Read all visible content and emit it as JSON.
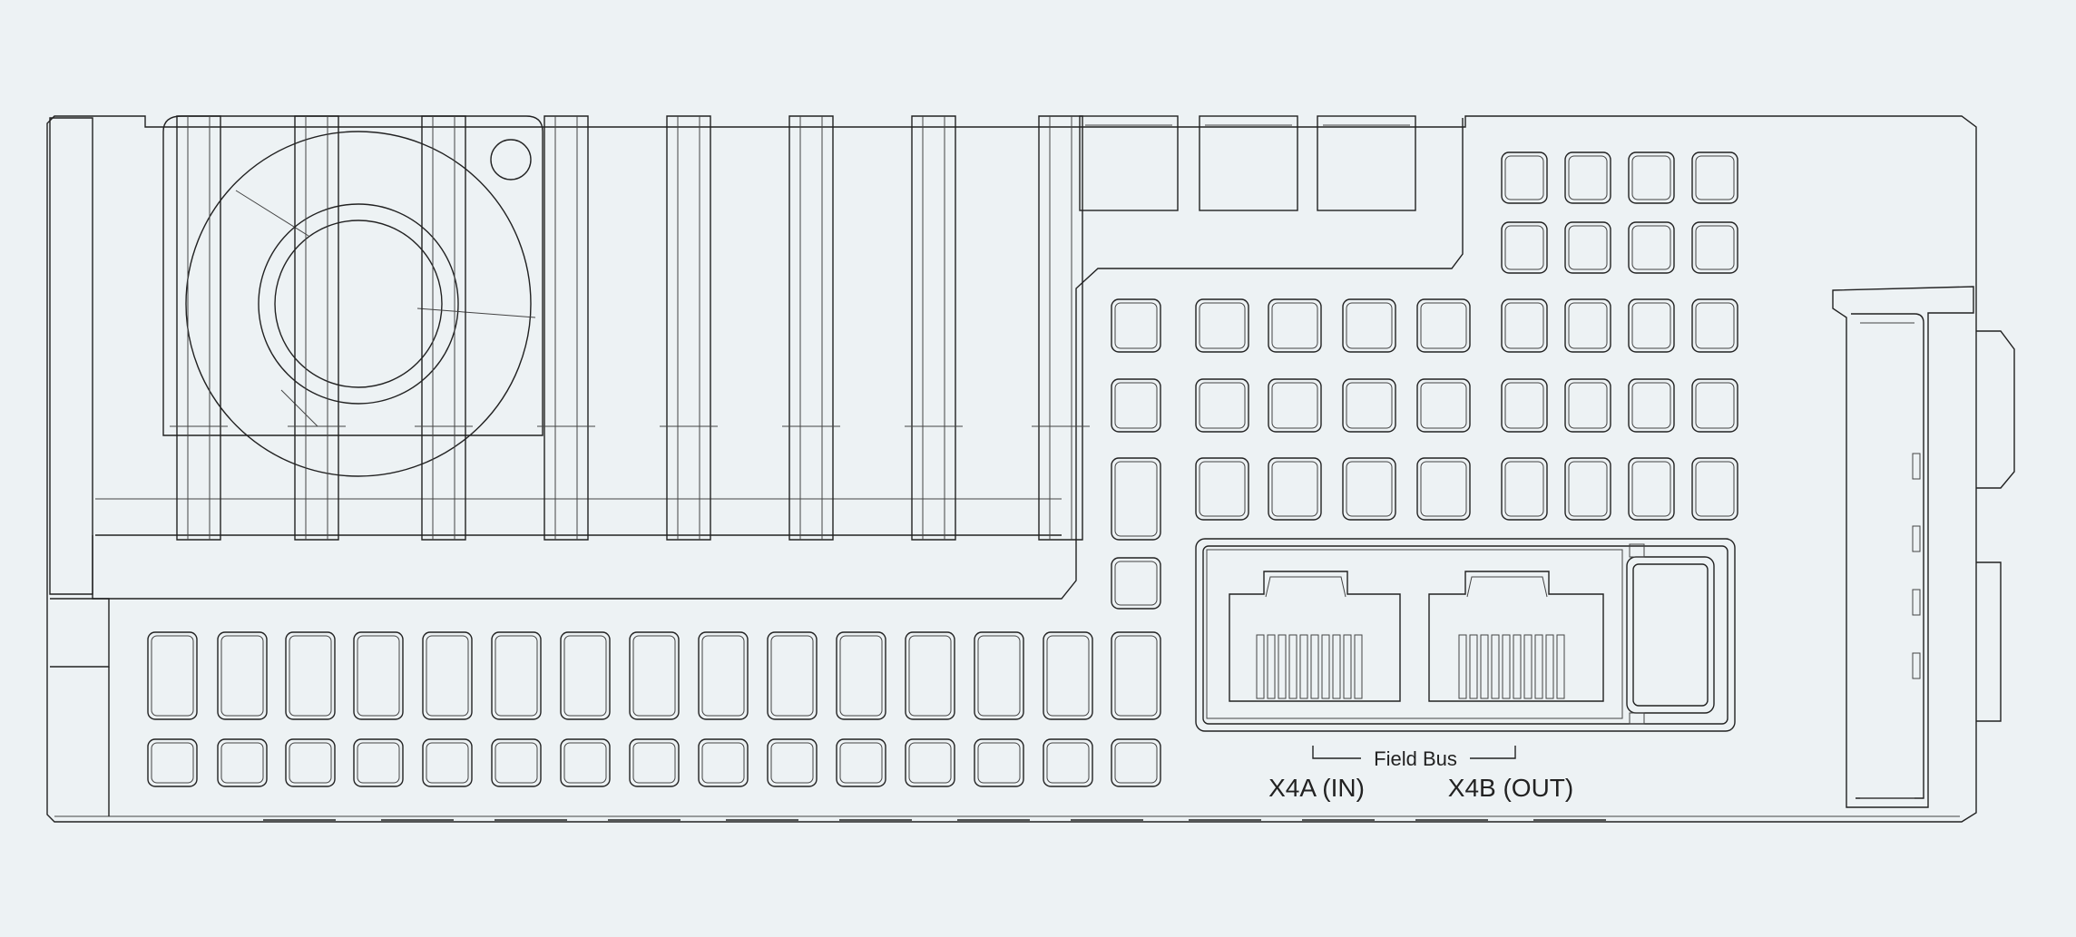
{
  "colors": {
    "background": "#edf2f4",
    "line": "#222222"
  },
  "labels": {
    "field_bus": "Field Bus",
    "port_in": "X4A (IN)",
    "port_out": "X4B (OUT)"
  }
}
